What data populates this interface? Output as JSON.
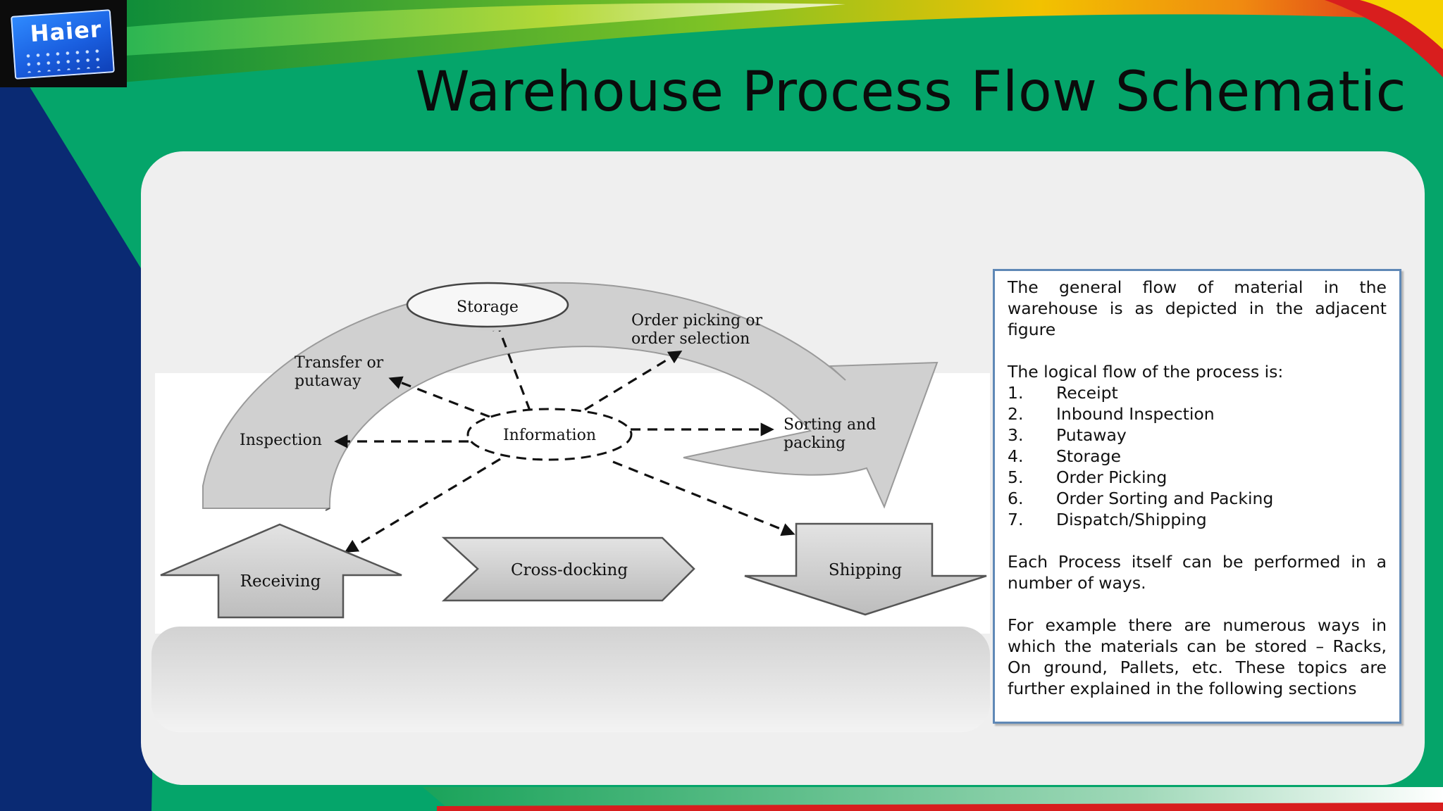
{
  "slide": {
    "title": "Warehouse Process Flow Schematic",
    "logo_text": "Haier"
  },
  "diagram": {
    "hub": "Information",
    "nodes": {
      "storage": "Storage",
      "transfer": [
        "Transfer or",
        "putaway"
      ],
      "order_picking": [
        "Order picking or",
        "order selection"
      ],
      "inspection": "Inspection",
      "sorting": [
        "Sorting and",
        "packing"
      ],
      "receiving": "Receiving",
      "cross_docking": "Cross-docking",
      "shipping": "Shipping"
    }
  },
  "infobox": {
    "intro": "The general flow of material in the warehouse is as depicted in the adjacent figure",
    "lead": "The logical flow of the process is:",
    "steps": [
      {
        "num": "1.",
        "label": "Receipt"
      },
      {
        "num": "2.",
        "label": "Inbound Inspection"
      },
      {
        "num": "3.",
        "label": "Putaway"
      },
      {
        "num": "4.",
        "label": "Storage"
      },
      {
        "num": "5.",
        "label": "Order Picking"
      },
      {
        "num": "6.",
        "label": "Order Sorting and Packing"
      },
      {
        "num": "7.",
        "label": "Dispatch/Shipping"
      }
    ],
    "para2": "Each Process itself can be performed in a number of ways.",
    "para3": "For example there are numerous ways in which the materials can be stored – Racks, On ground, Pallets, etc. These topics are further explained in the following sections"
  },
  "colors": {
    "background_green": "#05a56a",
    "navy": "#0a2a73",
    "accent_red": "#d81e1e",
    "accent_yellow": "#f2c200",
    "box_border": "#5f88b6"
  }
}
